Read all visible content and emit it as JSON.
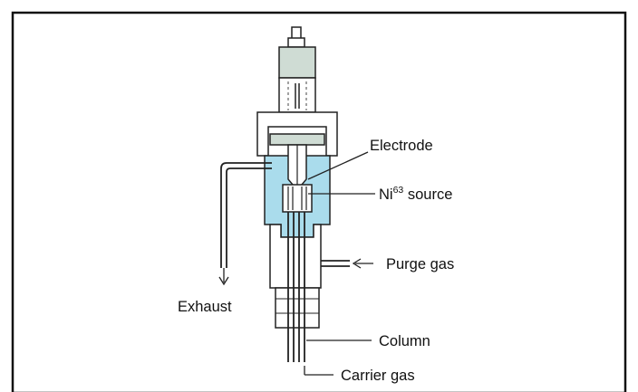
{
  "colors": {
    "frame": "#111111",
    "detector_body": "#aadcec",
    "housing": "#ffffff",
    "outline": "#222222",
    "cap": "#cfdcd4"
  },
  "labels": {
    "electrode": "Electrode",
    "ni_prefix": "Ni",
    "ni_superscript": "63",
    "ni_suffix": " source",
    "purge_gas": "Purge gas",
    "exhaust": "Exhaust",
    "column": "Column",
    "carrier_gas": "Carrier gas"
  }
}
